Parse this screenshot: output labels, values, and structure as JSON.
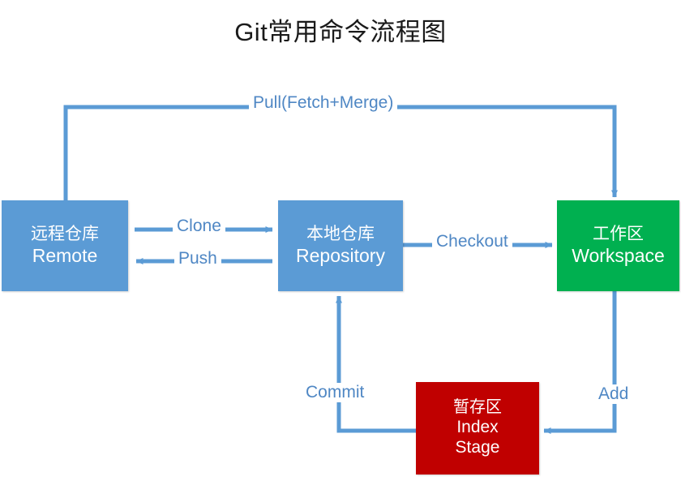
{
  "title": "Git常用命令流程图",
  "colors": {
    "blue_node": "#5b9bd5",
    "green_node": "#00b050",
    "red_node": "#c00000",
    "connector": "#5b9bd5",
    "label_text": "#4f87c4",
    "title_text": "#1a1a1a",
    "background": "#ffffff"
  },
  "nodes": {
    "remote": {
      "zh": "远程仓库",
      "en": "Remote",
      "color": "#5b9bd5"
    },
    "repository": {
      "zh": "本地仓库",
      "en": "Repository",
      "color": "#5b9bd5"
    },
    "workspace": {
      "zh": "工作区",
      "en": "Workspace",
      "color": "#00b050"
    },
    "index": {
      "zh": "暂存区",
      "en": "Index",
      "en2": "Stage",
      "color": "#c00000"
    }
  },
  "edges": {
    "pull": {
      "label": "Pull(Fetch+Merge)",
      "from": "remote",
      "to": "workspace"
    },
    "clone": {
      "label": "Clone",
      "from": "remote",
      "to": "repository"
    },
    "push": {
      "label": "Push",
      "from": "repository",
      "to": "remote"
    },
    "checkout": {
      "label": "Checkout",
      "from": "repository",
      "to": "workspace"
    },
    "commit": {
      "label": "Commit",
      "from": "index",
      "to": "repository"
    },
    "add": {
      "label": "Add",
      "from": "workspace",
      "to": "index"
    }
  }
}
